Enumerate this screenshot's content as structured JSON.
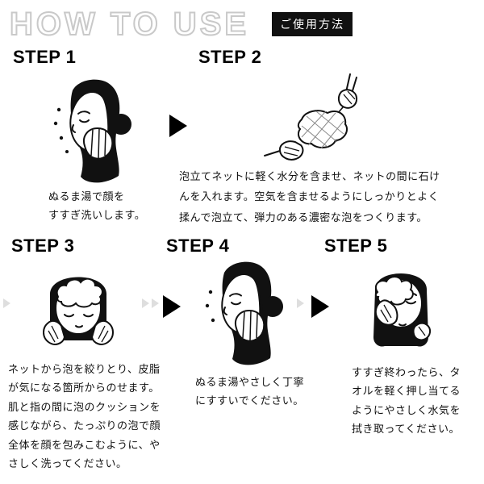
{
  "header": {
    "title": "HOW TO USE",
    "badge": "ご使用方法"
  },
  "steps": [
    {
      "label": "STEP 1",
      "caption": "ぬるま湯で顔を\nすすぎ洗いします。"
    },
    {
      "label": "STEP 2",
      "caption": "泡立てネットに軽く水分を含ませ、ネットの間に石け\nんを入れます。空気を含ませるようにしっかりとよく\n揉んで泡立て、弾力のある濃密な泡をつくります。"
    },
    {
      "label": "STEP 3",
      "caption": "ネットから泡を絞りとり、皮脂\nが気になる箇所からのせます。\n肌と指の間に泡のクッションを\n感じながら、たっぷりの泡で顔\n全体を顔を包みこむように、や\nさしく洗ってください。"
    },
    {
      "label": "STEP 4",
      "caption": "ぬるま湯やさしく丁寧\nにすすいでください。"
    },
    {
      "label": "STEP 5",
      "caption": "すすぎ終わったら、タ\nオルを軽く押し当てる\nようにやさしく水気を\n拭き取ってください。"
    }
  ],
  "icons": {
    "step_arrow": "arrow-right",
    "faded_arrow": "chevron-right"
  },
  "colors": {
    "ink": "#000000",
    "title_outline": "#c9c9c9",
    "badge_bg": "#111111",
    "background": "#ffffff"
  }
}
